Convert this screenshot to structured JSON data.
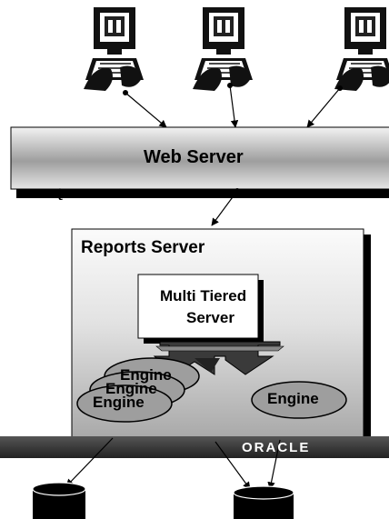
{
  "web_server": {
    "label": "Web Server"
  },
  "reports_server": {
    "label": "Reports Server"
  },
  "multi_tiered": {
    "line1": "Multi Tiered",
    "line2": "Server"
  },
  "engines": [
    "Engine",
    "Engine",
    "Engine",
    "Engine"
  ],
  "footer": {
    "brand": "ORACLE"
  },
  "stray_char": "t",
  "colors": {
    "bar_dark": "#2c2c2c",
    "box_light": "#fbfbfb",
    "box_mid": "#b3b3b3",
    "engine_fill": "#9e9e9e",
    "arrow_fill": "#3a3a3a"
  }
}
